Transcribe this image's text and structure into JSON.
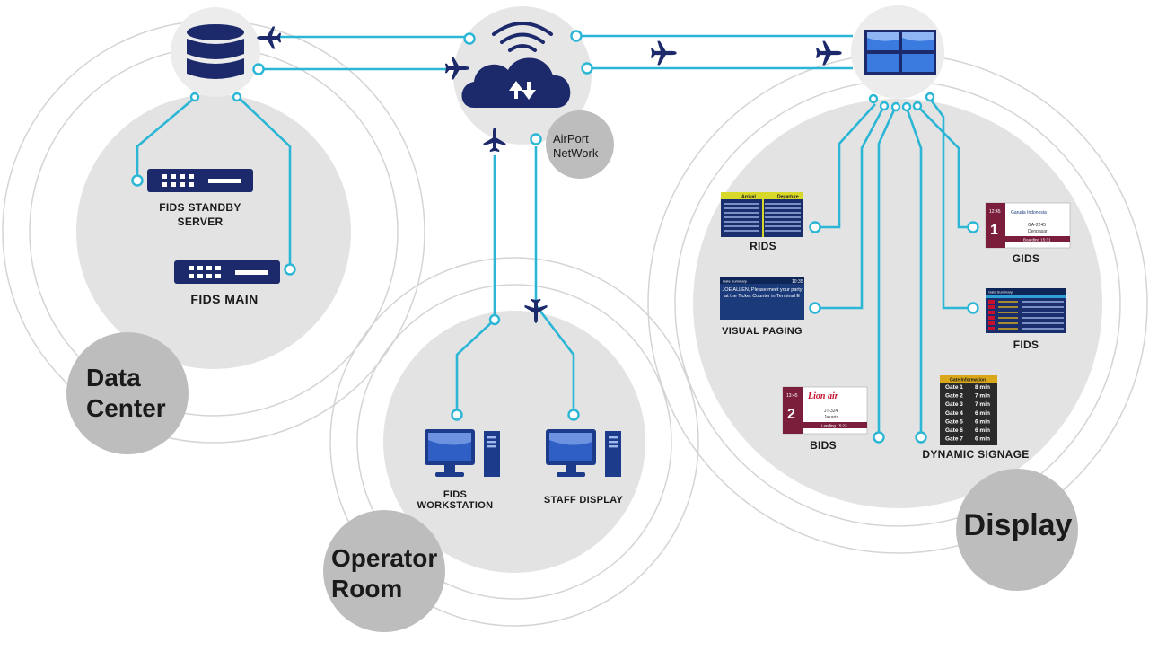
{
  "zones": {
    "data_center": "Data\nCenter",
    "operator_room": "Operator\nRoom",
    "display": "Display"
  },
  "network": {
    "label": "AirPort\nNetWork"
  },
  "nodes": {
    "fids_standby_server": "FIDS STANDBY\nSERVER",
    "fids_main": "FIDS MAIN",
    "fids_workstation": "FIDS\nWORKSTATION",
    "staff_display": "STAFF DISPLAY",
    "rids": "RIDS",
    "visual_paging": "VISUAL PAGING",
    "bids": "BIDS",
    "dynamic_signage": "DYNAMIC SIGNAGE",
    "gids": "GIDS",
    "fids": "FIDS"
  },
  "thumbnails": {
    "rids": {
      "arrival": "Arrival",
      "departure": "Departure"
    },
    "visual_paging": {
      "header": "Gate Summary",
      "time": "10:35",
      "message": "JOE ALLEN, Please meet your party at the Ticket Counter in Terminal E"
    },
    "bids": {
      "brand": "Lion air",
      "time": "13:45",
      "gate": "2",
      "flight": "JT-324",
      "city": "Jakarta",
      "status": "Landing 15:23"
    },
    "gids": {
      "brand": "Garuda Indonesia",
      "time": "12:45",
      "gate": "1",
      "flight": "GA-2245",
      "city": "Denpasar",
      "status": "Boarding 15:31"
    },
    "fids": {
      "header": "Gate Summary"
    },
    "dynamic_signage": {
      "header": "Gate Information",
      "rows": [
        {
          "gate": "Gate 1",
          "time": "8 min"
        },
        {
          "gate": "Gate 2",
          "time": "7 min"
        },
        {
          "gate": "Gate 3",
          "time": "7 min"
        },
        {
          "gate": "Gate 4",
          "time": "6 min"
        },
        {
          "gate": "Gate 5",
          "time": "6 min"
        },
        {
          "gate": "Gate 6",
          "time": "6 min"
        },
        {
          "gate": "Gate 7",
          "time": "6 min"
        }
      ]
    }
  },
  "colors": {
    "navy": "#1c2a6b",
    "cyan": "#2bb6d6",
    "zone_fill": "#e3e3e3",
    "ring": "#d0d0d0",
    "label_circle": "#bdbdbd",
    "board_yellow": "#d8d82a",
    "board_navy": "#1a2e6e",
    "maroon": "#7a1e3c"
  }
}
